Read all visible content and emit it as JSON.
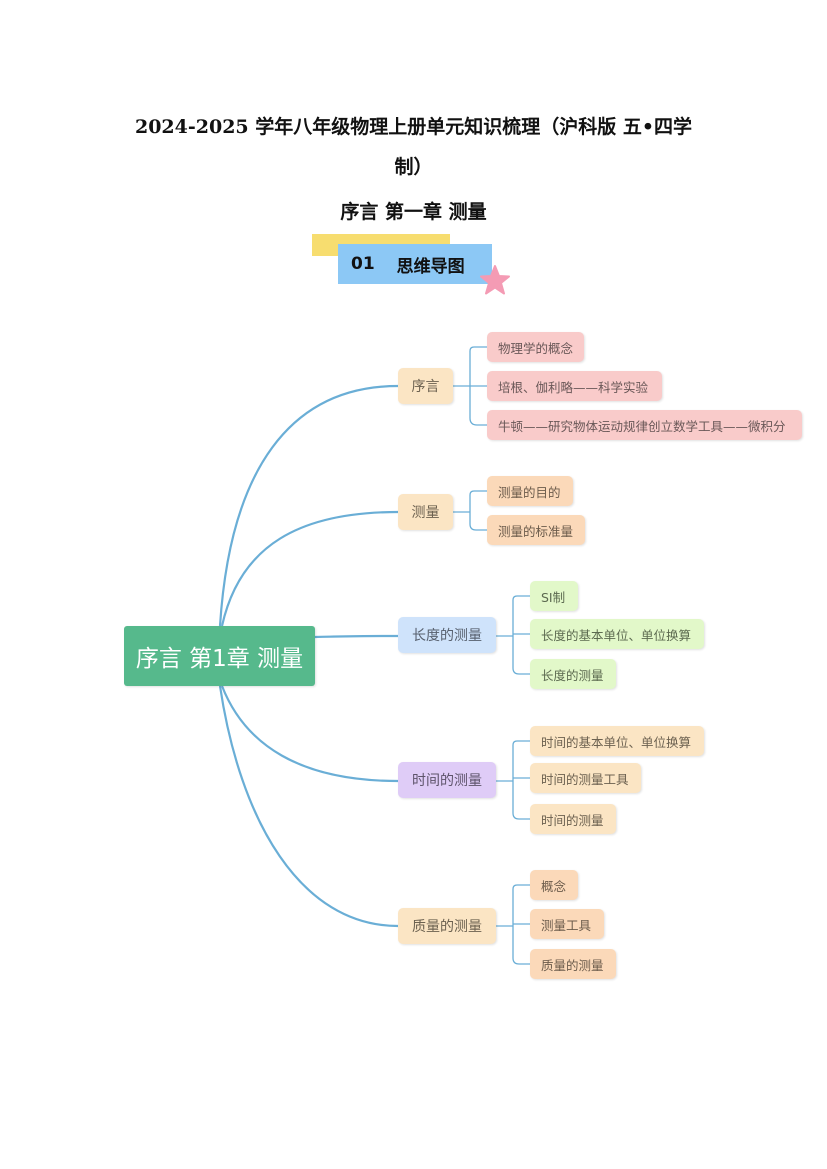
{
  "document": {
    "title_line1": "2024-2025 学年八年级物理上册单元知识梳理（沪科版  五•四学",
    "title_line2": "制）",
    "subtitle": "序言  第一章  测量"
  },
  "banner": {
    "number": "01",
    "label": "思维导图"
  },
  "mindmap": {
    "root": "序言  第1章 测量",
    "branches": [
      {
        "label": "序言",
        "children": [
          "物理学的概念",
          "培根、伽利略——科学实验",
          "牛顿——研究物体运动规律创立数学工具——微积分"
        ]
      },
      {
        "label": "测量",
        "children": [
          "测量的目的",
          "测量的标准量"
        ]
      },
      {
        "label": "长度的测量",
        "children": [
          "SI制",
          "长度的基本单位、单位换算",
          "长度的测量"
        ]
      },
      {
        "label": "时间的测量",
        "children": [
          "时间的基本单位、单位换算",
          "时间的测量工具",
          "时间的测量"
        ]
      },
      {
        "label": "质量的测量",
        "children": [
          "概念",
          "测量工具",
          "质量的测量"
        ]
      }
    ]
  },
  "colors": {
    "banner_yellow": "#f7dd6f",
    "banner_blue": "#8cc8f5",
    "star": "#f49bb4",
    "root": "#56b98c",
    "connector": "#6aaed6",
    "preface": "#fbe5c4",
    "measurement": "#fbe5c4",
    "length": "#cfe3fb",
    "time": "#dfccf7",
    "mass": "#fbe5c4",
    "preface_leaves": "#f9cbca",
    "measurement_leaves": "#fbd9b9",
    "length_leaves": "#e2f8c9",
    "time_leaves": "#fbe5c4",
    "mass_leaves": "#fbd9b9"
  }
}
